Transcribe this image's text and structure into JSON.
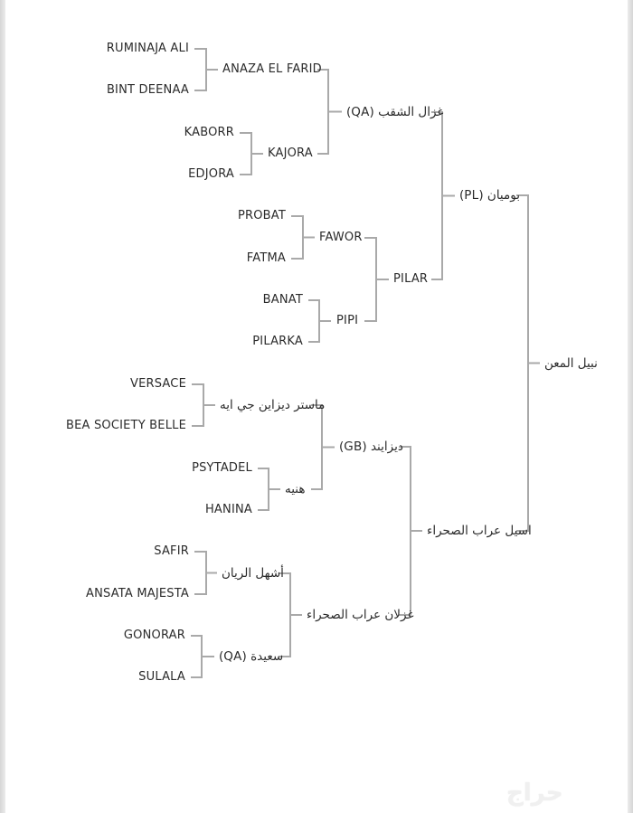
{
  "diagram": {
    "type": "pedigree_tree",
    "line_color": "#a9a9a9",
    "text_color": "#2b2b2b",
    "root": {
      "id": "root",
      "label": "نبيل المعن"
    },
    "generation_1": [
      {
        "id": "sire",
        "label": "بوميان (PL)"
      },
      {
        "id": "dam",
        "label": "اسيل عراب الصحراء"
      }
    ],
    "generation_2": [
      {
        "id": "ss",
        "label": "غزال الشقب (QA)"
      },
      {
        "id": "sd",
        "label": "PILAR"
      },
      {
        "id": "ds",
        "label": "ديزايند (GB)"
      },
      {
        "id": "dd",
        "label": "غزلان عراب الصحراء"
      }
    ],
    "generation_3": [
      {
        "id": "sss",
        "label": "ANAZA EL FARID"
      },
      {
        "id": "ssd",
        "label": "KAJORA"
      },
      {
        "id": "sds",
        "label": "FAWOR"
      },
      {
        "id": "sdd",
        "label": "PIPI"
      },
      {
        "id": "dss",
        "label": "ماستر ديزاين جي ايه"
      },
      {
        "id": "dsd",
        "label": "هنيه"
      },
      {
        "id": "dds",
        "label": "أشهل الريان"
      },
      {
        "id": "ddd",
        "label": "سعيدة (QA)"
      }
    ],
    "generation_4": [
      {
        "id": "ssss",
        "label": "RUMINAJA ALI"
      },
      {
        "id": "sssd",
        "label": "BINT DEENAA"
      },
      {
        "id": "ssds",
        "label": "KABORR"
      },
      {
        "id": "ssdd",
        "label": "EDJORA"
      },
      {
        "id": "sdss",
        "label": "PROBAT"
      },
      {
        "id": "sdsd",
        "label": "FATMA"
      },
      {
        "id": "sdds",
        "label": "BANAT"
      },
      {
        "id": "sddd",
        "label": "PILARKA"
      },
      {
        "id": "dsss",
        "label": "VERSACE"
      },
      {
        "id": "dssd",
        "label": "BEA SOCIETY BELLE"
      },
      {
        "id": "dsds",
        "label": "PSYTADEL"
      },
      {
        "id": "dsdd",
        "label": "HANINA"
      },
      {
        "id": "ddss",
        "label": "SAFIR"
      },
      {
        "id": "ddsd",
        "label": "ANSATA MAJESTA"
      },
      {
        "id": "ddds",
        "label": "GONORAR"
      },
      {
        "id": "dddd",
        "label": "SULALA"
      }
    ]
  },
  "watermark": {
    "label": "حراج"
  }
}
